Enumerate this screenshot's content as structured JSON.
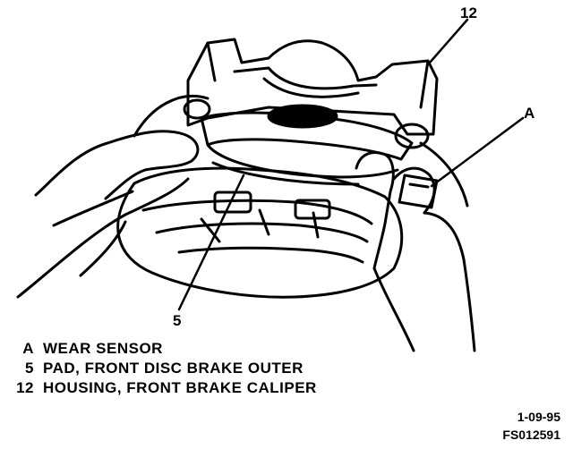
{
  "callouts": {
    "a": "A",
    "five": "5",
    "twelve": "12"
  },
  "legend": [
    {
      "key": "A",
      "text": "WEAR SENSOR"
    },
    {
      "key": "5",
      "text": "PAD, FRONT DISC BRAKE OUTER"
    },
    {
      "key": "12",
      "text": "HOUSING, FRONT BRAKE CALIPER"
    }
  ],
  "figure_date": "1-09-95",
  "figure_code": "FS012591"
}
